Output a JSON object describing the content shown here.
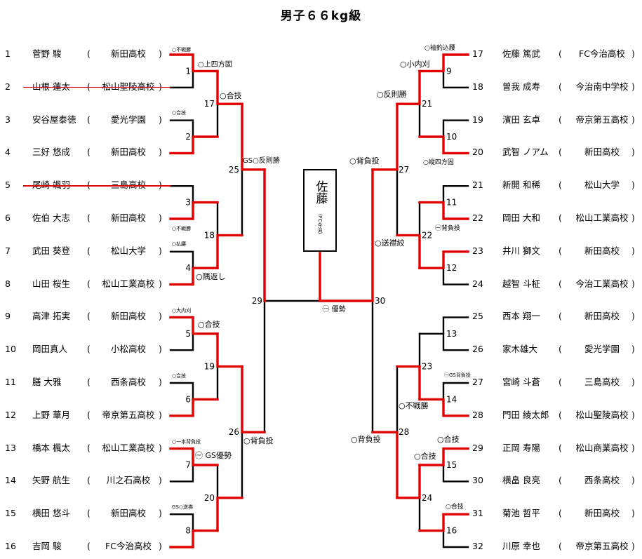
{
  "title": "男子６６kg級",
  "champion": {
    "name": "佐藤",
    "school": "(FC今治)"
  },
  "final": {
    "left_no": "29",
    "right_no": "30",
    "result": "㊀ 優勢"
  },
  "left_entries": [
    {
      "no": "1",
      "name": "菅野 駿",
      "school": "新田高校"
    },
    {
      "no": "2",
      "name": "山根 蓮太",
      "school": "松山聖陵高校"
    },
    {
      "no": "3",
      "name": "安谷屋泰徳",
      "school": "愛光学園"
    },
    {
      "no": "4",
      "name": "三好 悠成",
      "school": "新田高校"
    },
    {
      "no": "5",
      "name": "尾崎 颯羽",
      "school": "三島高校"
    },
    {
      "no": "6",
      "name": "佐伯 大志",
      "school": "新田高校"
    },
    {
      "no": "7",
      "name": "武田 葵登",
      "school": "松山大学"
    },
    {
      "no": "8",
      "name": "山田 桜生",
      "school": "松山工業高校"
    },
    {
      "no": "9",
      "name": "高津 拓実",
      "school": "新田高校"
    },
    {
      "no": "10",
      "name": "岡田真人",
      "school": "小松高校"
    },
    {
      "no": "11",
      "name": "膳 大雅",
      "school": "西条高校"
    },
    {
      "no": "12",
      "name": "上野 華月",
      "school": "帝京第五高校"
    },
    {
      "no": "13",
      "name": "橋本 楓太",
      "school": "松山工業高校"
    },
    {
      "no": "14",
      "name": "矢野 航生",
      "school": "川之石高校"
    },
    {
      "no": "15",
      "name": "横田 悠斗",
      "school": "新田高校"
    },
    {
      "no": "16",
      "name": "吉岡 駿",
      "school": "FC今治高校"
    }
  ],
  "right_entries": [
    {
      "no": "17",
      "name": "佐藤 篤武",
      "school": "FC今治高校"
    },
    {
      "no": "18",
      "name": "曽我 成寿",
      "school": "今治南中学校"
    },
    {
      "no": "19",
      "name": "濱田 玄卓",
      "school": "帝京第五高校"
    },
    {
      "no": "20",
      "name": "武智 ノアム",
      "school": "新田高校"
    },
    {
      "no": "21",
      "name": "新開 和稀",
      "school": "松山大学"
    },
    {
      "no": "22",
      "name": "岡田 大和",
      "school": "松山工業高校"
    },
    {
      "no": "23",
      "name": "井川 獅文",
      "school": "新田高校"
    },
    {
      "no": "24",
      "name": "越智 斗柾",
      "school": "今治工業高校"
    },
    {
      "no": "25",
      "name": "西本 翔一",
      "school": "新田高校"
    },
    {
      "no": "26",
      "name": "家木雄大",
      "school": "愛光学園"
    },
    {
      "no": "27",
      "name": "宮崎 斗蒼",
      "school": "三島高校"
    },
    {
      "no": "28",
      "name": "門田 綾太郎",
      "school": "松山聖陵高校"
    },
    {
      "no": "29",
      "name": "正岡 寿陽",
      "school": "松山商業高校"
    },
    {
      "no": "30",
      "name": "横畠 良亮",
      "school": "西条高校"
    },
    {
      "no": "31",
      "name": "菊池 哲平",
      "school": "新田高校"
    },
    {
      "no": "32",
      "name": "川原 幸也",
      "school": "帝京第五高校"
    }
  ],
  "match_numbers": {
    "m1": "1",
    "m2": "2",
    "m3": "3",
    "m4": "4",
    "m5": "5",
    "m6": "6",
    "m7": "7",
    "m8": "8",
    "m9": "9",
    "m10": "10",
    "m11": "11",
    "m12": "12",
    "m13": "13",
    "m14": "14",
    "m15": "15",
    "m16": "16",
    "m17": "17",
    "m18": "18",
    "m19": "19",
    "m20": "20",
    "m21": "21",
    "m22": "22",
    "m23": "23",
    "m24": "24",
    "m25": "25",
    "m26": "26",
    "m27": "27",
    "m28": "28"
  },
  "results": {
    "r1a": "○不戦勝",
    "r1b": "○上四方固",
    "r2": "○合技",
    "r17": "○合技",
    "r25": "GS○反則勝",
    "r18": "○不戦勝",
    "r4a": "○払腰",
    "r4b": "○隅返し",
    "r5a": "○大内刈",
    "r5b": "○合技",
    "r6": "○合技",
    "r26": "○背負投",
    "r7a": "○一本背負投",
    "r7b": "㊀ GS優勢",
    "r8": "GS○送襟",
    "r9a": "○袖釣込腰",
    "r9b": "○小内刈",
    "r21": "○反則勝",
    "r10": "○縦四方固",
    "r27": "○背負投",
    "r22a": "㊀背負投",
    "r22b": "○送襟絞",
    "r23a": "㊀GS背負投",
    "r23b": "○不戦勝",
    "r28": "○背負投",
    "r15a": "○合技",
    "r15b": "○合技",
    "r16": "○合技"
  },
  "colors": {
    "win": "#e00000",
    "line": "#000000"
  }
}
